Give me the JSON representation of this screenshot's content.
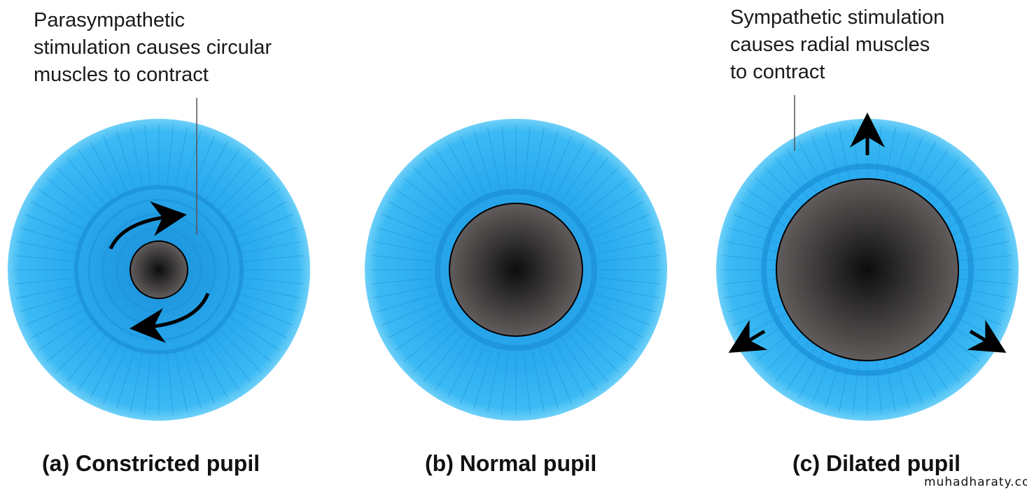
{
  "panels": [
    {
      "id": "a",
      "caption": "(a) Constricted pupil",
      "annotation": "Parasympathetic\nstimulation causes circular\nmuscles to contract",
      "pupil_ratio": 0.19
    },
    {
      "id": "b",
      "caption": "(b) Normal pupil",
      "annotation": "",
      "pupil_ratio": 0.44
    },
    {
      "id": "c",
      "caption": "(c) Dilated pupil",
      "annotation": "Sympathetic stimulation\ncauses radial muscles\nto contract",
      "pupil_ratio": 0.6
    }
  ],
  "colors": {
    "iris": "#2fb2f0",
    "iris_edge": "#4fc4f6",
    "iris_dark": "#1a8fd6",
    "pupil_center": "#111111",
    "pupil_edge": "#5e5a5a",
    "arrow": "#000000"
  },
  "icons": {
    "rotation": "curved-arrow-icon",
    "radial": "radial-arrow-icon"
  },
  "watermark": "muhadharaty.com"
}
